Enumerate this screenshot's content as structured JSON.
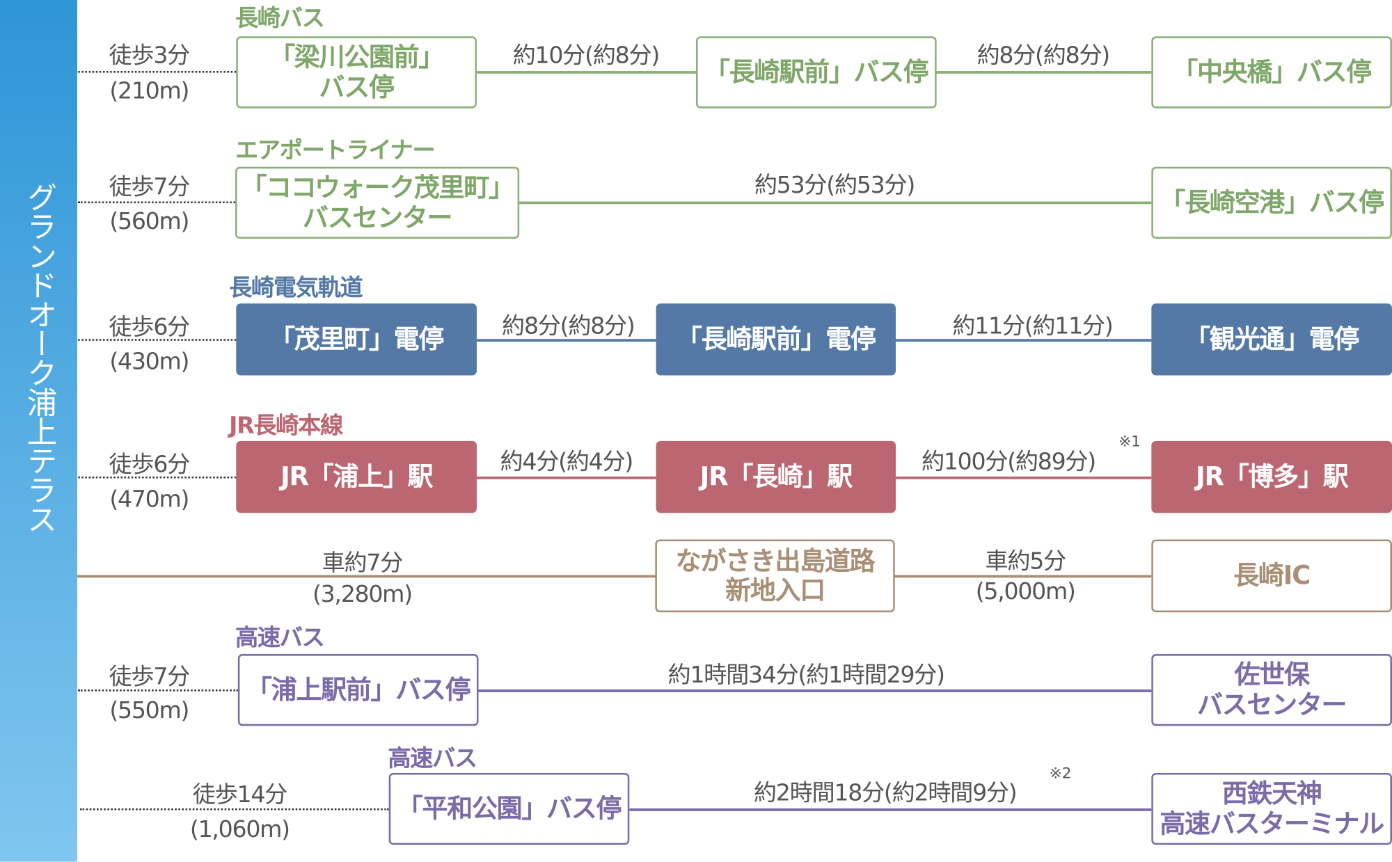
{
  "sidebar": {
    "title": "グランドオーク浦上テラス"
  },
  "colors": {
    "green": "#8cb078",
    "blue": "#5479a6",
    "red": "#bb6670",
    "brown": "#a88f76",
    "purple": "#7b6ba8"
  },
  "routes": [
    {
      "label": "長崎バス",
      "walk": "徒歩3分",
      "dist": "(210m)",
      "stops": [
        "「梁川公園前」\nバス停",
        "「長崎駅前」バス停",
        "「中央橋」バス停"
      ],
      "times": [
        "約10分(約8分)",
        "約8分(約8分)"
      ]
    },
    {
      "label": "エアポートライナー",
      "walk": "徒歩7分",
      "dist": "(560m)",
      "stops": [
        "「ココウォーク茂里町」\nバスセンター",
        "「長崎空港」バス停"
      ],
      "times": [
        "約53分(約53分)"
      ]
    },
    {
      "label": "長崎電気軌道",
      "walk": "徒歩6分",
      "dist": "(430m)",
      "stops": [
        "「茂里町」電停",
        "「長崎駅前」電停",
        "「観光通」電停"
      ],
      "times": [
        "約8分(約8分)",
        "約11分(約11分)"
      ]
    },
    {
      "label": "JR長崎本線",
      "walk": "徒歩6分",
      "dist": "(470m)",
      "stops": [
        "JR「浦上」駅",
        "JR「長崎」駅",
        "JR「博多」駅"
      ],
      "times": [
        "約4分(約4分)",
        "約100分(約89分)"
      ],
      "note": "※1"
    },
    {
      "stops": [
        "ながさき出島道路\n新地入口",
        "長崎IC"
      ],
      "times": [
        "車約7分",
        "車約5分"
      ],
      "dists": [
        "(3,280m)",
        "(5,000m)"
      ]
    },
    {
      "label": "高速バス",
      "walk": "徒歩7分",
      "dist": "(550m)",
      "stops": [
        "「浦上駅前」バス停",
        "佐世保\nバスセンター"
      ],
      "times": [
        "約1時間34分(約1時間29分)"
      ]
    },
    {
      "label": "高速バス",
      "walk": "徒歩14分",
      "dist": "(1,060m)",
      "stops": [
        "「平和公園」バス停",
        "西鉄天神\n高速バスターミナル"
      ],
      "times": [
        "約2時間18分(約2時間9分)"
      ],
      "note": "※2"
    }
  ]
}
